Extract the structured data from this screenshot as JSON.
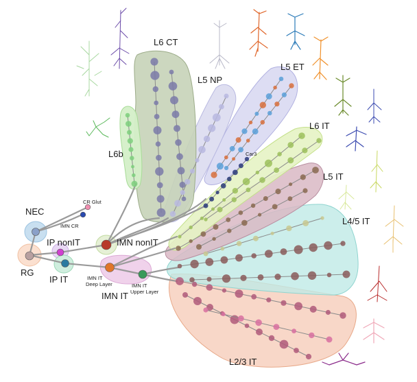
{
  "labels": {
    "l6ct": "L6 CT",
    "l5np": "L5 NP",
    "l5et": "L5 ET",
    "l6it": "L6 IT",
    "car3": "Car3",
    "l6b": "L6b",
    "l5it": "L5 IT",
    "l45it": "L4/5 IT",
    "nec": "NEC",
    "crglut": "CR Glut",
    "imncr": "IMN CR",
    "ipnonit": "IP nonIT",
    "imnnonit": "IMN nonIT",
    "rg": "RG",
    "ipit": "IP IT",
    "imnit_deep_1": "IMN IT",
    "imnit_deep_2": "Deep Layer",
    "imnit_upper_1": "IMN IT",
    "imnit_upper_2": "Upper Layer",
    "imnit": "IMN IT",
    "l23it": "L2/3 IT"
  },
  "colors": {
    "l6ct_fill": "#c7d3b8",
    "l6ct_node": "#7a7aa8",
    "l5np_fill": "#dcdcf0",
    "l5np_node": "#b8b8e0",
    "l5et_fill": "#d9d9f2",
    "l5et_node_a": "#d8703c",
    "l5et_node_b": "#5aa0d8",
    "l6it_fill": "#e5f3c4",
    "l6it_node": "#9cbf5c",
    "car3_node": "#2a3a7a",
    "l6b_fill": "#d4efc8",
    "l6b_node": "#7ccf7c",
    "l5it_fill": "#d9b8c4",
    "l5it_node": "#8a6a50",
    "l45it_fill": "#bfeae6",
    "l45it_node": "#8a5a5a",
    "l23it_fill": "#f5c9b5",
    "l23it_node": "#b05a7a",
    "nec_fill": "#c8dff0",
    "nec_node": "#8aa0c8",
    "rg_fill": "#fbe0d0",
    "rg_node": "#b8a0a0",
    "ipnonit_node": "#d040d0",
    "ipit_node": "#2a7aa0",
    "ipit_fill": "#cfeede",
    "imnnonit_node": "#b83a2a",
    "imnit_deep_node": "#e0762a",
    "imnit_upper_node": "#3a9a5a",
    "imnit_fill": "#efd0ea",
    "crglut_node": "#f08fb0",
    "imncr_node": "#2a4ab0",
    "edge": "#8a8a8a"
  }
}
